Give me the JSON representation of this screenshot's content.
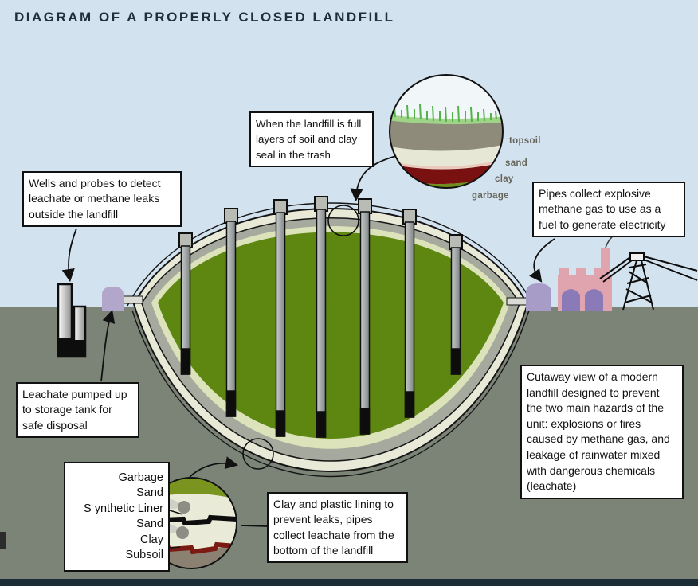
{
  "title": "DIAGRAM OF A PROPERLY CLOSED LANDFILL",
  "callouts": {
    "seal": "When the landfill is full layers of soil and clay seal in the trash",
    "wells": "Wells and probes to detect leachate or methane leaks outside the landfill",
    "methane": "Pipes collect explosive methane gas to use as a fuel to generate electricity",
    "leachate_tank": "Leachate pumped up to storage tank for safe disposal",
    "cutaway": "Cutaway view of a modern landfill designed to prevent the two main hazards of the unit: explosions or fires caused by methane gas, and leakage of rainwater mixed with dangerous chemicals (leachate)",
    "lining": "Clay and plastic lining to prevent leaks, pipes collect leachate from the bottom of the landfill"
  },
  "top_inset": {
    "labels": [
      "topsoil",
      "sand",
      "clay",
      "garbage"
    ]
  },
  "bottom_inset": {
    "labels": [
      "Garbage",
      "Sand",
      "S ynthetic Liner",
      "Sand",
      "Clay",
      "Subsoil"
    ]
  },
  "colors": {
    "sky": "#d3e2ef",
    "ground": "#7c8478",
    "landfill_green": "#5d8711",
    "liner_gray": "#a6a99e",
    "liner_cream": "#e9e9d8",
    "inner_pale": "#dce3ba",
    "clay_red": "#7a1111",
    "synthetic_liner_black": "#0d0d0d",
    "tank_purple": "#b2a7cb",
    "factory_pink": "#dfa4ad",
    "factory_arch_purple": "#8a7ab8",
    "bottom_bar": "#1c2c36",
    "title_text": "#1f2e38"
  }
}
